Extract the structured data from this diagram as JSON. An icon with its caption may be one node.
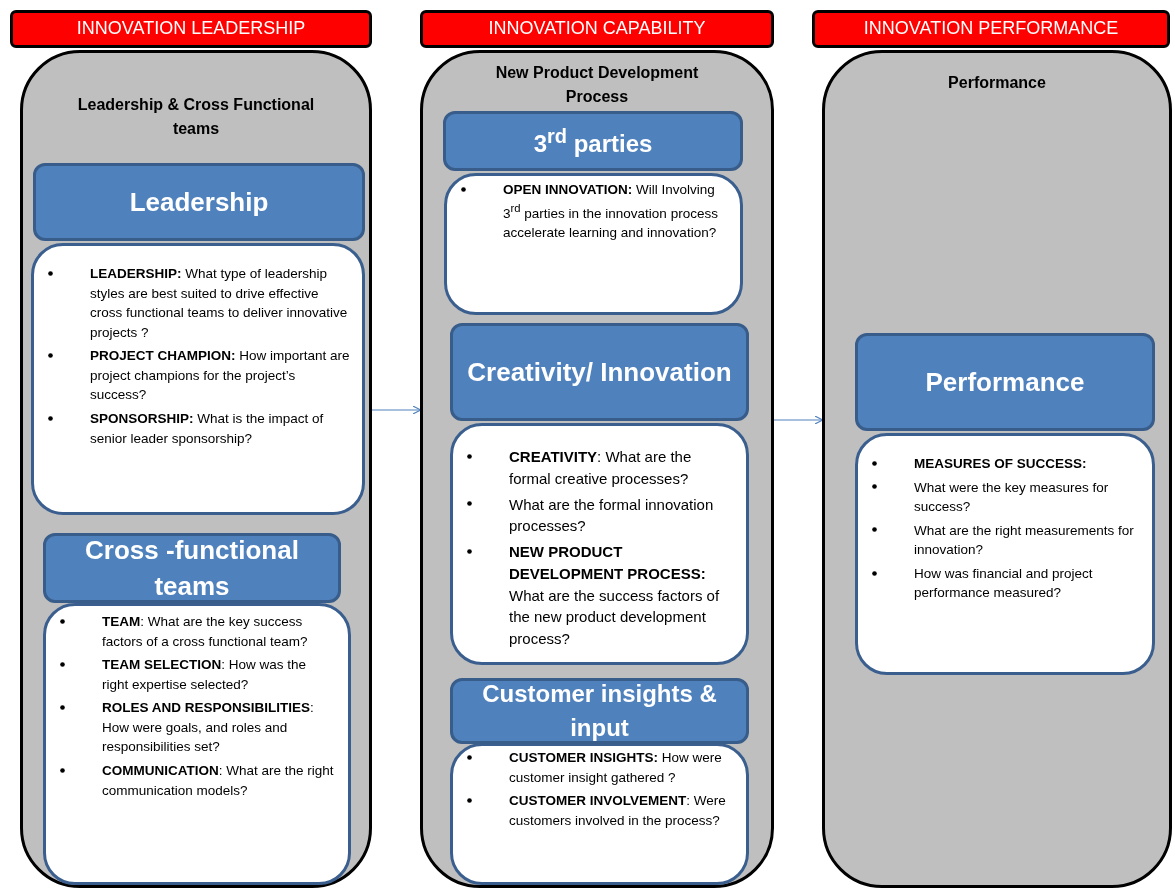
{
  "diagram": {
    "nodes": [
      {
        "text": [
          "INNOVATION LEADERSHIP"
        ]
      },
      {
        "text": [
          "Leadership & Cross Functional teams"
        ]
      },
      {
        "text": [
          "Leadership"
        ],
        "in": 1
      },
      {
        "text": [
          "**LEADERSHIP:** What type of leadership styles are best suited to drive effective cross functional teams to deliver innovative projects ?",
          "**PROJECT CHAMPION:** How important are project champions for the project’s success?",
          "**SPONSORSHIP:** What is the impact of senior leader sponsorship?"
        ],
        "in": 1
      },
      {
        "text": [
          "Cross -functional teams"
        ],
        "in": 1
      },
      {
        "text": [
          "**TEAM**: What are the key success factors of a cross functional team?",
          "**TEAM SELECTION**: How was the right expertise selected?",
          "**ROLES AND RESPONSIBILITIES**: How were goals, and roles and responsibilities set?",
          "**COMMUNICATION**: What are the right communication models?"
        ],
        "in": 1
      },
      {
        "text": [
          "INNOVATION CAPABILITY"
        ]
      },
      {
        "text": [
          "New Product Development Process"
        ]
      },
      {
        "text": [
          "3$^{rd}$ parties"
        ],
        "in": 7
      },
      {
        "text": [
          "**OPEN INNOVATION:** Will Involving 3$^{rd}$ parties in the innovation process accelerate learning and innovation?"
        ],
        "in": 7
      },
      {
        "text": [
          "Creativity/ Innovation"
        ],
        "in": 7
      },
      {
        "text": [
          "**CREATIVITY**: What are the formal creative processes?",
          "What are the formal innovation processes?",
          "**NEW PRODUCT DEVELOPMENT PROCESS:** What are the success factors of the new product development process?"
        ],
        "in": 7
      },
      {
        "text": [
          "Customer insights & input"
        ],
        "in": 7
      },
      {
        "text": [
          "**CUSTOMER INSIGHTS:** How were customer insight gathered ?",
          "**CUSTOMER INVOLVEMENT**: Were customers involved in the process?"
        ],
        "in": 7
      },
      {
        "text": [
          "INNOVATION PERFORMANCE"
        ]
      },
      {
        "text": [
          "Performance"
        ]
      },
      {
        "text": [
          "Performance"
        ],
        "in": 15
      },
      {
        "text": [
          "**MEASURES OF SUCCESS:**",
          "What were the key measures for success?",
          "What are the right measurements for innovation?",
          "How was financial and project performance measured?"
        ],
        "in": 15
      }
    ],
    "edges": [
      {
        "from": 1,
        "to": 7,
        "arrow": "to"
      },
      {
        "from": 7,
        "to": 15,
        "arrow": "to"
      }
    ]
  }
}
